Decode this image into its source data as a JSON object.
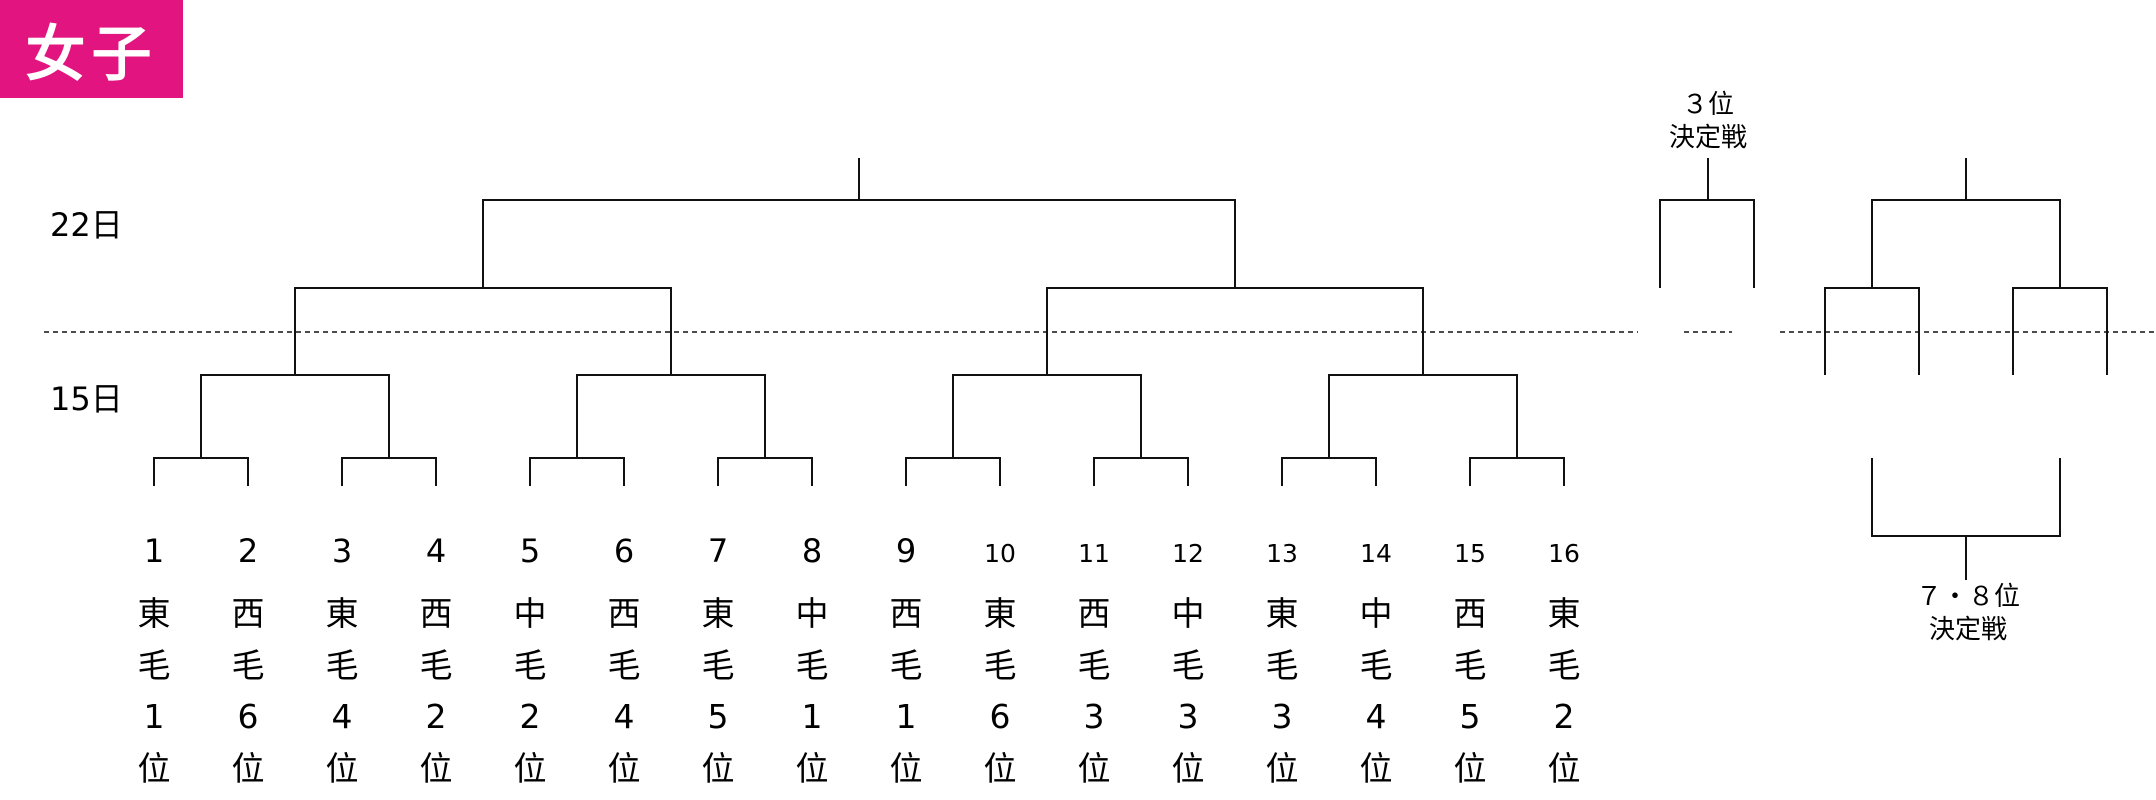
{
  "title": "女子",
  "days": {
    "upper": "22日",
    "lower": "15日"
  },
  "entries": [
    {
      "seed": "1",
      "region": "東",
      "area": "毛",
      "rank": "1",
      "unit": "位"
    },
    {
      "seed": "2",
      "region": "西",
      "area": "毛",
      "rank": "6",
      "unit": "位"
    },
    {
      "seed": "3",
      "region": "東",
      "area": "毛",
      "rank": "4",
      "unit": "位"
    },
    {
      "seed": "4",
      "region": "西",
      "area": "毛",
      "rank": "2",
      "unit": "位"
    },
    {
      "seed": "5",
      "region": "中",
      "area": "毛",
      "rank": "2",
      "unit": "位"
    },
    {
      "seed": "6",
      "region": "西",
      "area": "毛",
      "rank": "4",
      "unit": "位"
    },
    {
      "seed": "7",
      "region": "東",
      "area": "毛",
      "rank": "5",
      "unit": "位"
    },
    {
      "seed": "8",
      "region": "中",
      "area": "毛",
      "rank": "1",
      "unit": "位"
    },
    {
      "seed": "9",
      "region": "西",
      "area": "毛",
      "rank": "1",
      "unit": "位"
    },
    {
      "seed": "10",
      "region": "東",
      "area": "毛",
      "rank": "6",
      "unit": "位"
    },
    {
      "seed": "11",
      "region": "西",
      "area": "毛",
      "rank": "3",
      "unit": "位"
    },
    {
      "seed": "12",
      "region": "中",
      "area": "毛",
      "rank": "3",
      "unit": "位"
    },
    {
      "seed": "13",
      "region": "東",
      "area": "毛",
      "rank": "3",
      "unit": "位"
    },
    {
      "seed": "14",
      "region": "中",
      "area": "毛",
      "rank": "4",
      "unit": "位"
    },
    {
      "seed": "15",
      "region": "西",
      "area": "毛",
      "rank": "5",
      "unit": "位"
    },
    {
      "seed": "16",
      "region": "東",
      "area": "毛",
      "rank": "2",
      "unit": "位"
    }
  ],
  "third_place": {
    "line1": "３位",
    "line2": "決定戦"
  },
  "seventh_eighth": {
    "line1": "７・８位",
    "line2": "決定戦"
  }
}
